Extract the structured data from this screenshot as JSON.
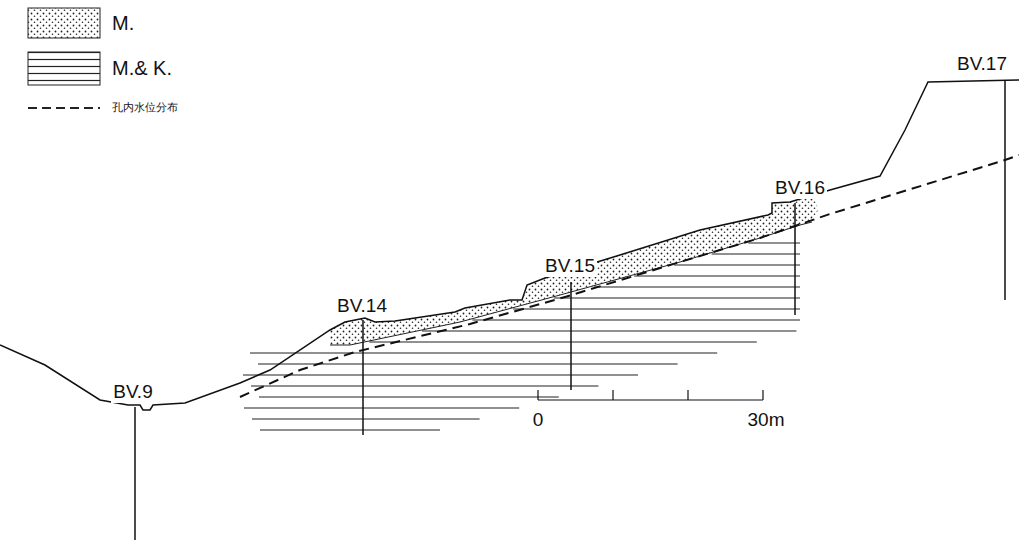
{
  "diagram": {
    "labels": [
      "BV.9",
      "BV.14",
      "BV.15",
      "BV.16",
      "BV.17",
      "0",
      "30m"
    ],
    "legend": [
      {
        "text": "M."
      },
      {
        "text": "M.& K."
      },
      {
        "text": "孔内水位分布"
      }
    ]
  }
}
